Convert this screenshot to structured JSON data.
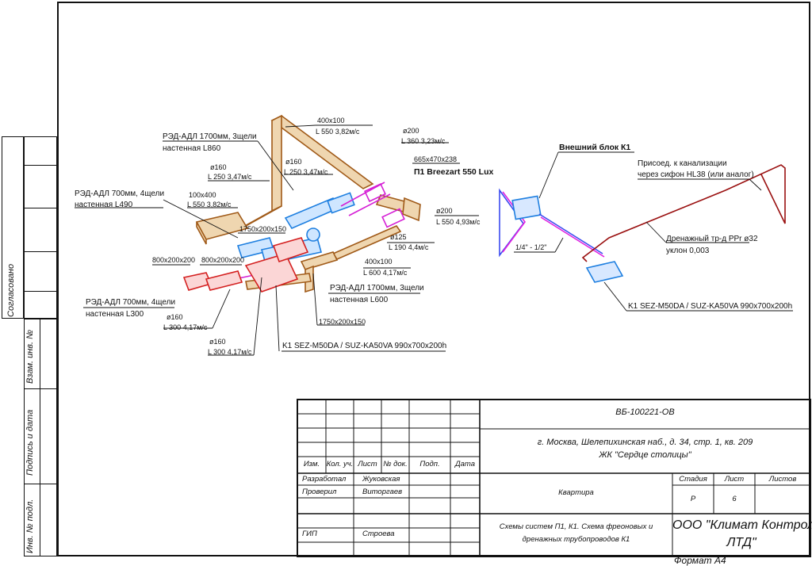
{
  "labels": {
    "duct_400x100_top": "400x100",
    "duct_L550_top": "L 550 3,82м/с",
    "red_adl_1700_wall": "РЭД-АДЛ 1700мм, 3щели",
    "wall_L860": "настенная L860",
    "d160_a": "ø160",
    "L250_a": "L 250 3,47м/с",
    "d160_b": "ø160",
    "L250_b": "L 250 3,47м/с",
    "red_adl_700_a": "РЭД-АДЛ 700мм, 4щели",
    "wall_L490": "настенная L490",
    "duct_100x400": "100x400",
    "L550_mid": "L 550 3,82м/с",
    "d200_top": "ø200",
    "L360": "L 360 3,23м/с",
    "box_665": "665x470x238",
    "p1_unit": "П1 Breezart 550 Lux",
    "d200_right": "ø200",
    "L550_right": "L 550 4,93м/с",
    "dim_1750_a": "1750x200x150",
    "d125": "ø125",
    "L190": "L 190 4,4м/с",
    "dim_800_a": "800x200x200",
    "dim_800_b": "800x200x200",
    "duct_400x100_low": "400x100",
    "L600": "L 600 4,17м/с",
    "red_adl_1700_b": "РЭД-АДЛ 1700мм, 3щели",
    "wall_L600": "настенная L600",
    "red_adl_700_b": "РЭД-АДЛ 700мм, 4щели",
    "wall_L300": "настенная  L300",
    "d160_c": "ø160",
    "L300_a": "L 300 4,17м/с",
    "dim_1750_b": "1750x200x150",
    "d160_d": "ø160",
    "L300_b": "L 300 4,17м/с",
    "k1_left": "K1 SEZ-M50DA / SUZ-KA50VA 990x700x200h",
    "outdoor_unit": "Внешний блок К1",
    "pipe_size": "1/4\" - 1/2\"",
    "sewer_1": "Присоед. к канализации",
    "sewer_2": "через сифон HL38 (или аналог)",
    "drain_1": "Дренажный тр-д PPr ø32",
    "drain_2": "уклон 0,003",
    "k1_right": "K1 SEZ-M50DA / SUZ-KA50VA 990x700x200h"
  },
  "sidebar": {
    "agreed": "Согласовано",
    "replace_inv": "Взам. инв. №",
    "sign_date": "Подпись и дата",
    "inv_orig": "Инв. № подл."
  },
  "title_block": {
    "doc_code": "ВБ-100221-ОВ",
    "address_1": "г. Москва, Шелепихинская наб., д. 34, стр. 1, кв. 209",
    "address_2": "ЖК \"Сердце столицы\"",
    "cols": [
      "Изм.",
      "Кол. уч.",
      "Лист",
      "№ док.",
      "Подп.",
      "Дата"
    ],
    "role_1": "Разработал",
    "name_1": "Жуковская",
    "role_2": "Проверил",
    "name_2": "Виторгаев",
    "role_3": "ГИП",
    "name_3": "Строева",
    "object": "Квартира",
    "stage_h": "Стадия",
    "sheet_h": "Лист",
    "sheets_h": "Листов",
    "stage_v": "Р",
    "sheet_v": "6",
    "sheets_v": "",
    "drawing_title_1": "Схемы систем П1, К1. Схема фреоновых и",
    "drawing_title_2": "дренажных трубопроводов К1",
    "company_1": "ООО \"Климат Контроль",
    "company_2": "ЛТД\""
  },
  "format": "Формат А4",
  "colors": {
    "duct": "#b5651d",
    "duct_fill": "#e8c9a0",
    "supply": "#1e90ff",
    "magenta": "#e020e0",
    "red": "#d42020",
    "drain": "#9a1010"
  }
}
